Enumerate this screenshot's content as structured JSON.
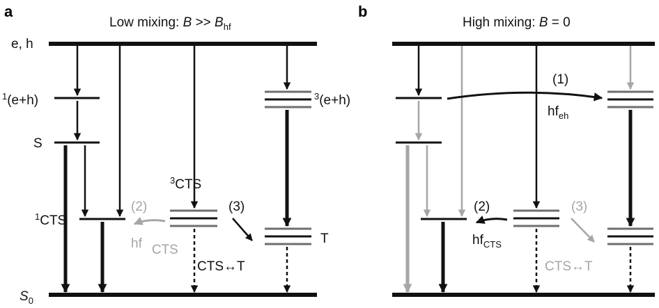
{
  "panel_a": {
    "letter": "a",
    "title_main": "Low mixing: ",
    "title_var": "B",
    "title_op": " >> ",
    "title_var2": "B",
    "title_sub": "hf",
    "top_label": "e, h",
    "singlet_pair_sup": "1",
    "singlet_pair": "(e+h)",
    "triplet_pair_sup": "3",
    "triplet_pair": "(e+h)",
    "singlet": "S",
    "singlet_cts_sup": "1",
    "singlet_cts": "CTS",
    "triplet_cts_sup": "3",
    "triplet_cts": "CTS",
    "triplet": "T",
    "ground": "S",
    "ground_sub": "0",
    "step2": "(2)",
    "step3": "(3)",
    "hf_main": "hf",
    "hf_sub": "CTS",
    "cts_t_left": "CTS",
    "cts_t_arrow": "↔",
    "cts_t_right": "T"
  },
  "panel_b": {
    "letter": "b",
    "title_main": "High mixing: ",
    "title_var": "B",
    "title_rest": " = 0",
    "step1": "(1)",
    "hf_eh_main": "hf",
    "hf_eh_sub": "eh",
    "step2": "(2)",
    "hf_cts_main": "hf",
    "hf_cts_sub": "CTS",
    "step3": "(3)",
    "cts_t_left": "CTS",
    "cts_t_arrow": "↔",
    "cts_t_right": "T"
  },
  "colors": {
    "black": "#111111",
    "grey": "#a6a6a6",
    "dark_grey": "#6e6e6e"
  }
}
